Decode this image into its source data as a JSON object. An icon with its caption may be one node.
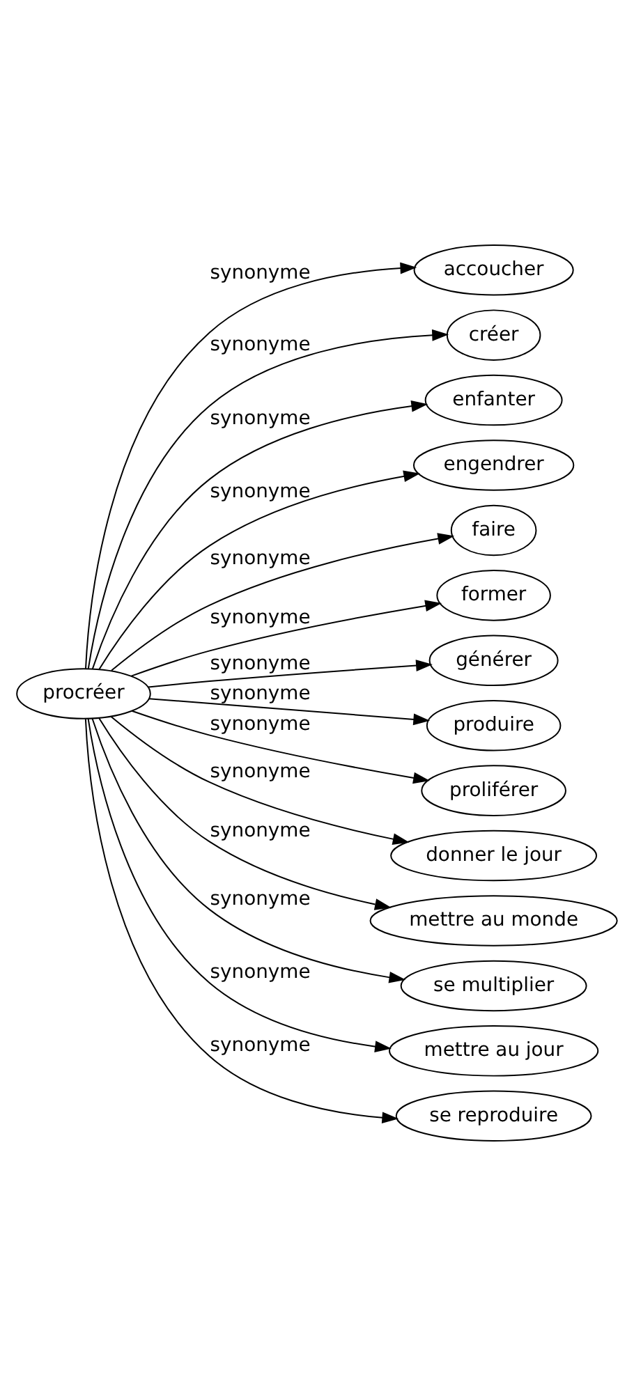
{
  "diagram": {
    "nodes": [
      {
        "text": [
          "procréer"
        ]
      },
      {
        "text": [
          "accoucher"
        ]
      },
      {
        "text": [
          "créer"
        ]
      },
      {
        "text": [
          "enfanter"
        ]
      },
      {
        "text": [
          "engendrer"
        ]
      },
      {
        "text": [
          "faire"
        ]
      },
      {
        "text": [
          "former"
        ]
      },
      {
        "text": [
          "générer"
        ]
      },
      {
        "text": [
          "produire"
        ]
      },
      {
        "text": [
          "proliférer"
        ]
      },
      {
        "text": [
          "donner le jour"
        ]
      },
      {
        "text": [
          "mettre au monde"
        ]
      },
      {
        "text": [
          "se multiplier"
        ]
      },
      {
        "text": [
          "mettre au jour"
        ]
      },
      {
        "text": [
          "se reproduire"
        ]
      }
    ],
    "edges": [
      {
        "from": 0,
        "to": 1,
        "arrow": "to",
        "label": "synonyme"
      },
      {
        "from": 0,
        "to": 2,
        "arrow": "to",
        "label": "synonyme"
      },
      {
        "from": 0,
        "to": 3,
        "arrow": "to",
        "label": "synonyme"
      },
      {
        "from": 0,
        "to": 4,
        "arrow": "to",
        "label": "synonyme"
      },
      {
        "from": 0,
        "to": 5,
        "arrow": "to",
        "label": "synonyme"
      },
      {
        "from": 0,
        "to": 6,
        "arrow": "to",
        "label": "synonyme"
      },
      {
        "from": 0,
        "to": 7,
        "arrow": "to",
        "label": "synonyme"
      },
      {
        "from": 0,
        "to": 8,
        "arrow": "to",
        "label": "synonyme"
      },
      {
        "from": 0,
        "to": 9,
        "arrow": "to",
        "label": "synonyme"
      },
      {
        "from": 0,
        "to": 10,
        "arrow": "to",
        "label": "synonyme"
      },
      {
        "from": 0,
        "to": 11,
        "arrow": "to",
        "label": "synonyme"
      },
      {
        "from": 0,
        "to": 12,
        "arrow": "to",
        "label": "synonyme"
      },
      {
        "from": 0,
        "to": 13,
        "arrow": "to",
        "label": "synonyme"
      },
      {
        "from": 0,
        "to": 14,
        "arrow": "to",
        "label": "synonyme"
      }
    ]
  }
}
